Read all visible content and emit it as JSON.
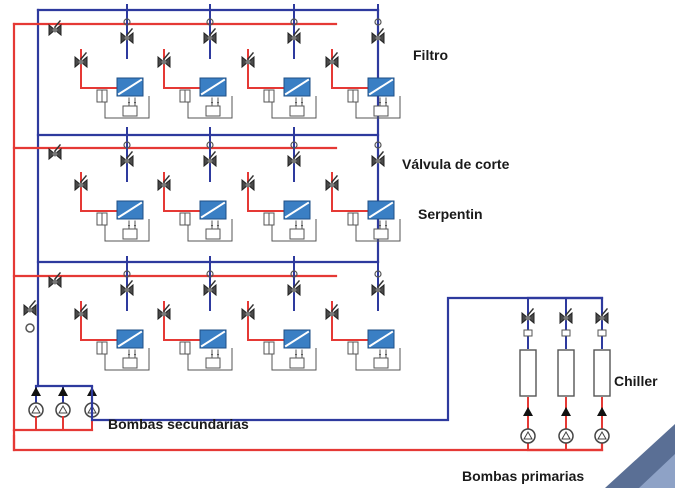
{
  "labels": {
    "filtro": "Filtro",
    "valvula_corte": "Válvula de corte",
    "serpentin": "Serpentin",
    "chiller": "Chiller",
    "bombas_secundarias": "Bombas secundarias",
    "bombas_primarias": "Bombas primarias"
  },
  "colors": {
    "supply_pipe": "#e53935",
    "return_pipe": "#2e3a9e",
    "coil_fill": "#3a7fc4",
    "equipment_stroke": "#555555",
    "corner_accent": "#5a6f95"
  }
}
